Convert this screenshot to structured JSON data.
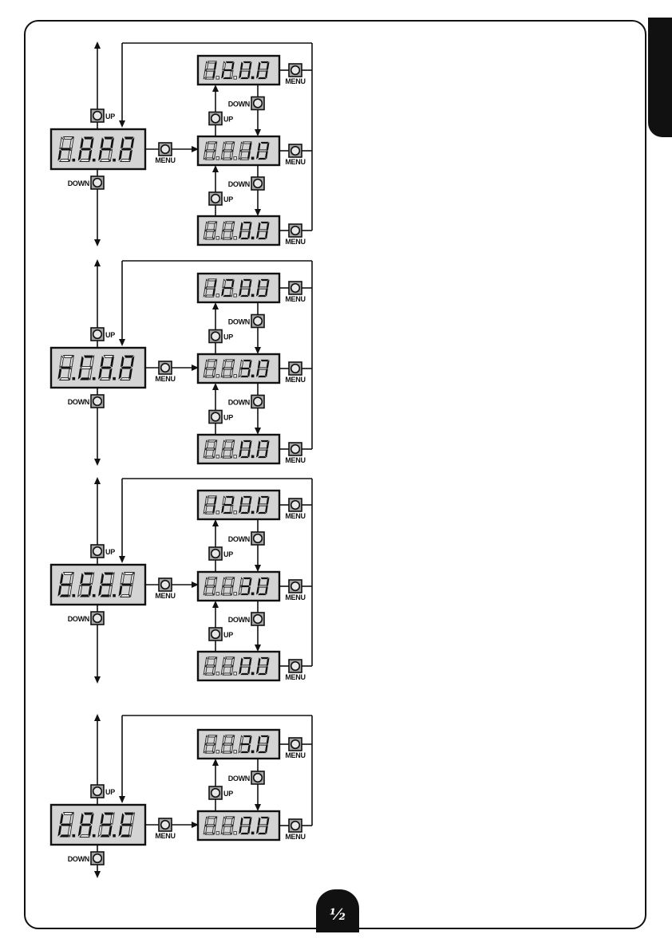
{
  "page": {
    "number_mark": "⅟₂"
  },
  "labels": {
    "up": "UP",
    "down": "DOWN",
    "menu": "MENU"
  },
  "diagrams": [
    {
      "param": "r.A.P.A",
      "param_lcd": [
        "r.",
        "A.",
        "P.",
        "A"
      ],
      "values": [
        {
          "lcd": [
            "1",
            "2",
            "0.",
            "0"
          ],
          "lit": 4
        },
        {
          "lcd": [
            "",
            "",
            "1.",
            "0"
          ],
          "lit": 2
        },
        {
          "lcd": [
            "",
            "",
            "0.",
            "0"
          ],
          "lit": 2
        }
      ]
    },
    {
      "param": "r.C.H.A",
      "param_lcd": [
        "r.",
        "C.",
        "H.",
        "A"
      ],
      "values": [
        {
          "lcd": [
            "1",
            "2",
            "0.",
            "0"
          ],
          "lit": 4
        },
        {
          "lcd": [
            "",
            "",
            "3.",
            "0"
          ],
          "lit": 2
        },
        {
          "lcd": [
            "",
            "",
            "0.",
            "0"
          ],
          "lit": 2
        }
      ]
    },
    {
      "param": "t.S.E.r",
      "param_lcd": [
        "t.",
        "S.",
        "E.",
        "r"
      ],
      "values": [
        {
          "lcd": [
            "1",
            "2",
            "0.",
            "0"
          ],
          "lit": 4
        },
        {
          "lcd": [
            "",
            "",
            "3.",
            "0"
          ],
          "lit": 2
        },
        {
          "lcd": [
            "",
            "",
            "0.",
            "0"
          ],
          "lit": 2
        }
      ]
    },
    {
      "param": "t.A.S.E",
      "param_lcd": [
        "t.",
        "A.",
        "S.",
        "E"
      ],
      "values": [
        {
          "lcd": [
            "",
            "",
            "3.",
            "0"
          ],
          "lit": 2
        },
        {
          "lcd": [
            "",
            "",
            "0.",
            "0"
          ],
          "lit": 2
        }
      ]
    }
  ]
}
